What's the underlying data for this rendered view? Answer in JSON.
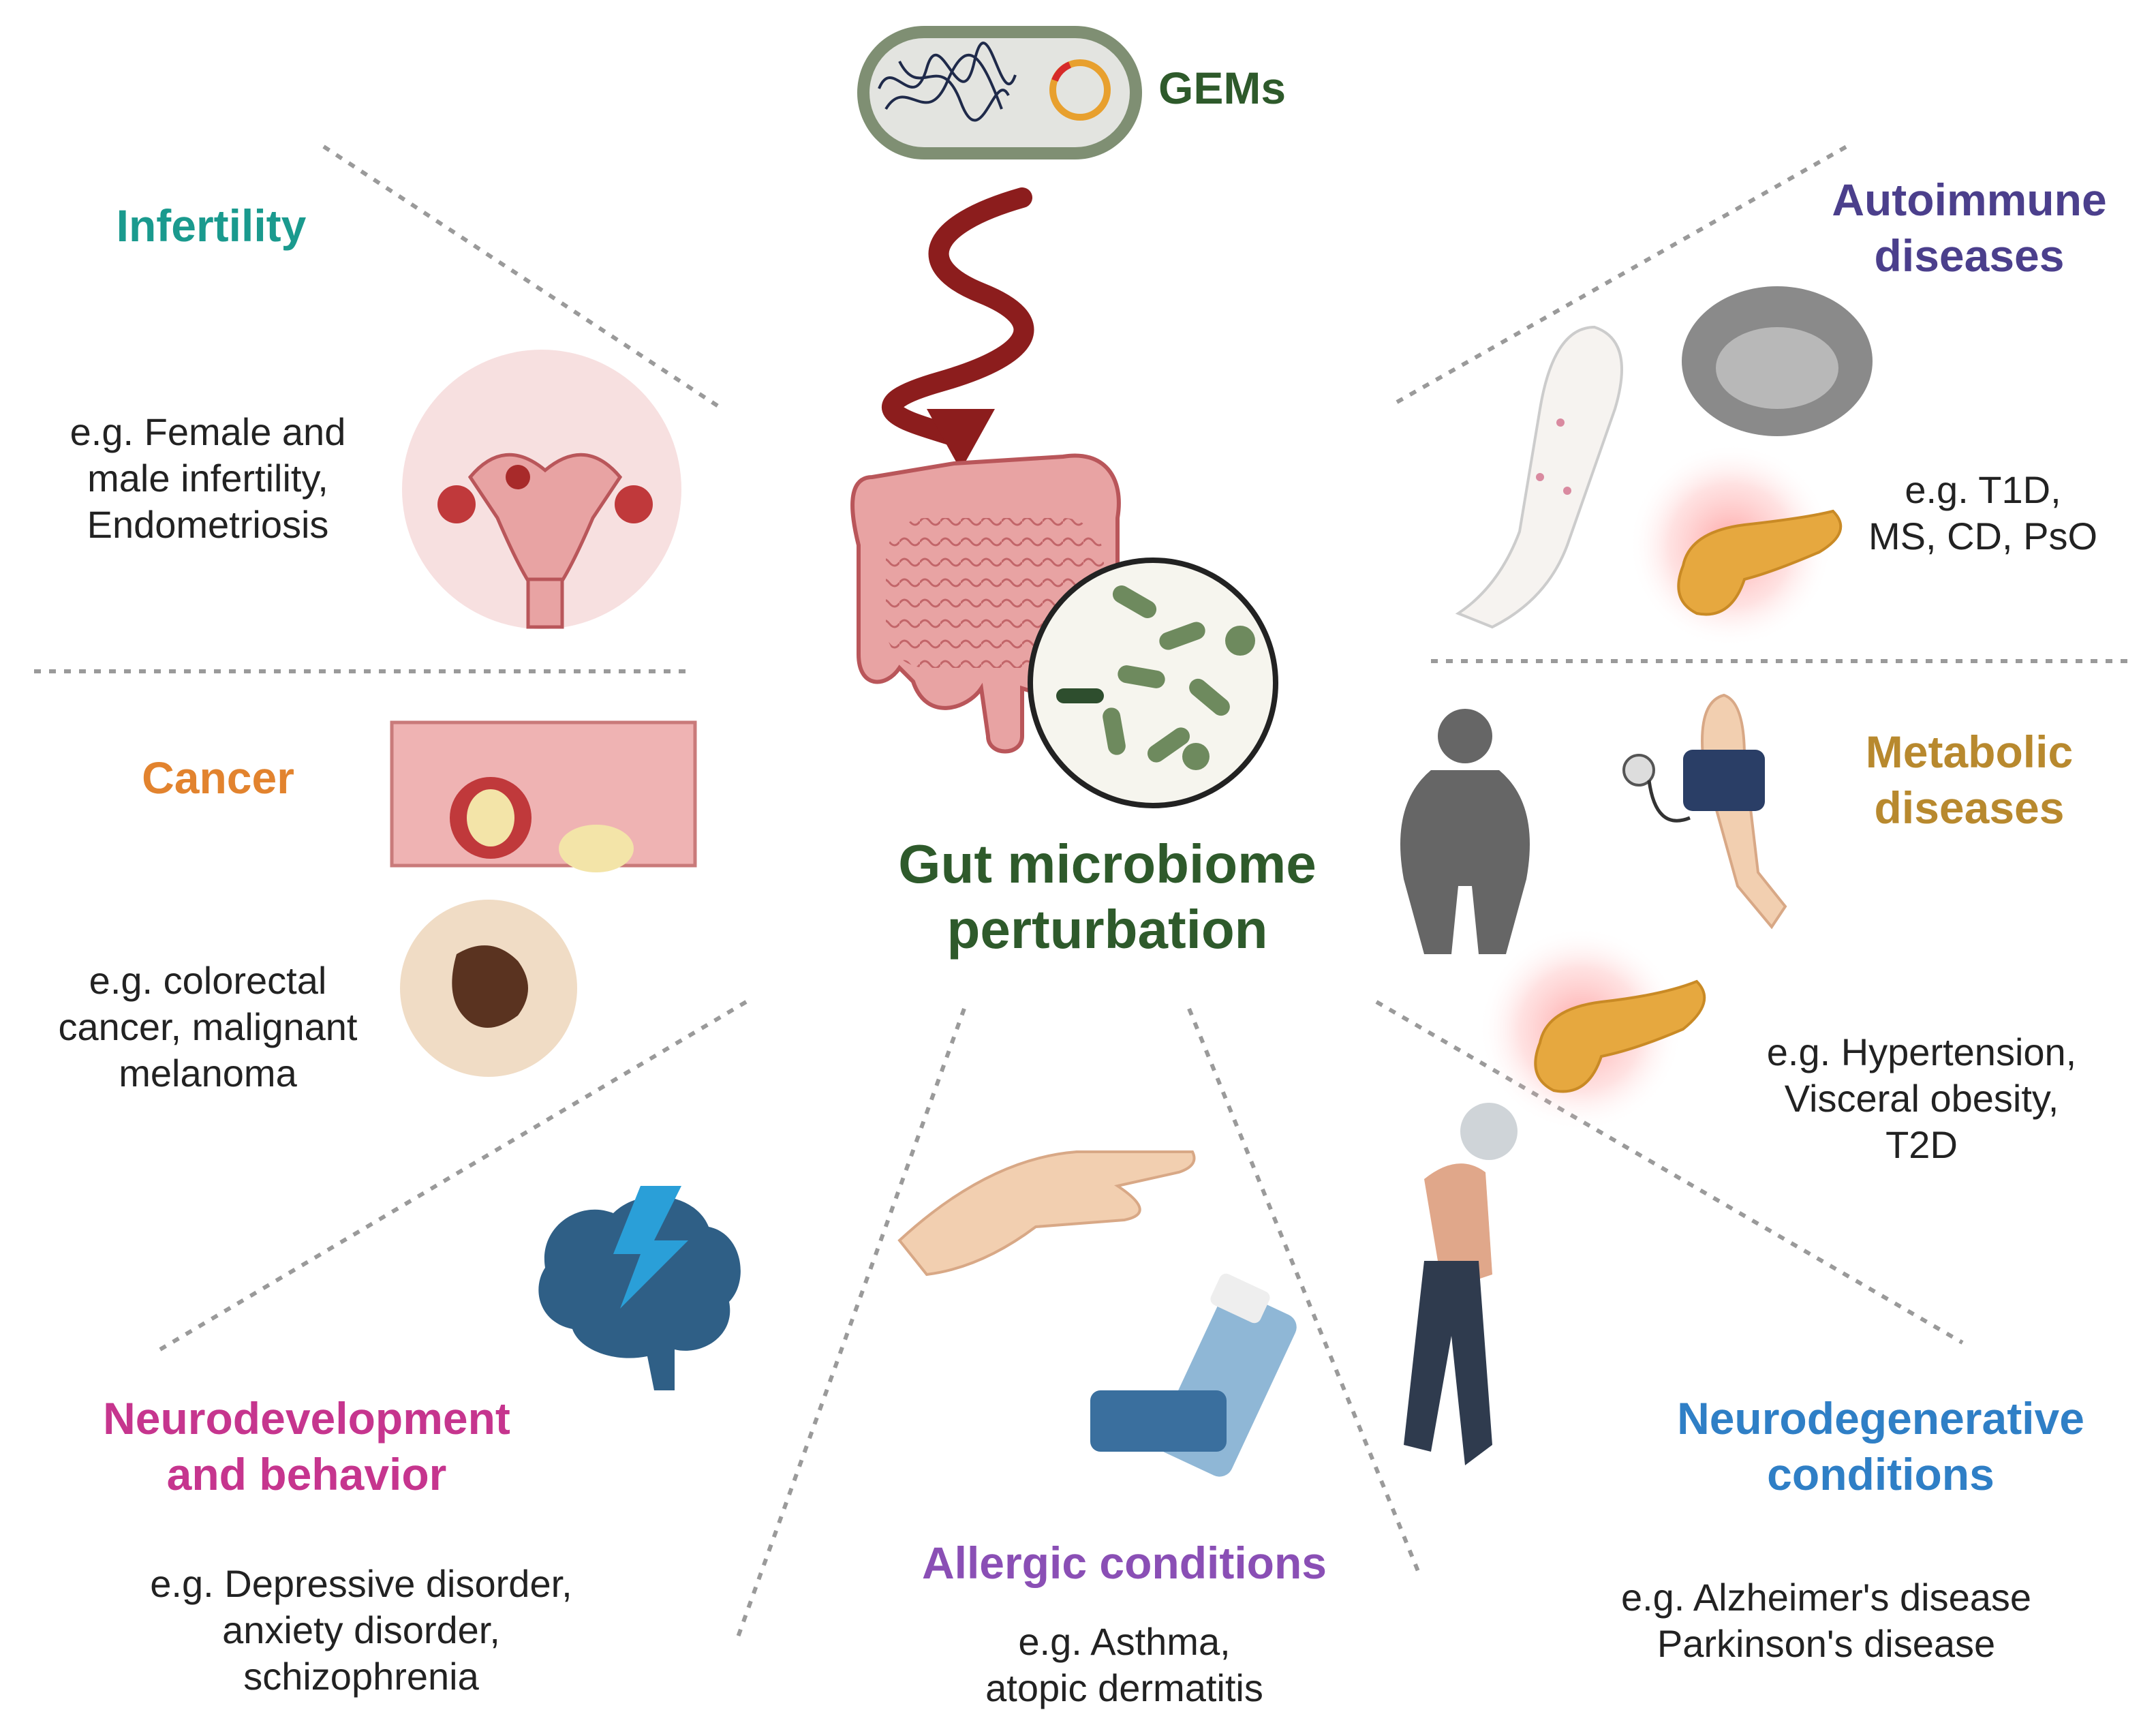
{
  "top": {
    "gems_label": "GEMs"
  },
  "center": {
    "line1": "Gut microbiome",
    "line2": "perturbation"
  },
  "colors": {
    "gems": "#2e5a2b",
    "infertility": "#1a9a8e",
    "cancer": "#e2832e",
    "autoimmune": "#4b3f8c",
    "metabolic": "#b8892e",
    "neurodev": "#c6358e",
    "allergic": "#8a4fb5",
    "neurodegen": "#2f7fc6",
    "arrow": "#8c1d1d"
  },
  "sections": {
    "infertility": {
      "title": "Infertility",
      "ex1": "e.g. Female and",
      "ex2": "male infertility,",
      "ex3": "Endometriosis"
    },
    "cancer": {
      "title": "Cancer",
      "ex1": "e.g. colorectal",
      "ex2": "cancer, malignant",
      "ex3": "melanoma"
    },
    "autoimmune": {
      "title1": "Autoimmune",
      "title2": "diseases",
      "ex1": "e.g. T1D,",
      "ex2": "MS, CD, PsO"
    },
    "metabolic": {
      "title1": "Metabolic",
      "title2": "diseases",
      "ex1": "e.g. Hypertension,",
      "ex2": "Visceral obesity,",
      "ex3": "T2D"
    },
    "neurodev": {
      "title1": "Neurodevelopment",
      "title2": "and behavior",
      "ex1": "e.g. Depressive disorder,",
      "ex2": "anxiety disorder,",
      "ex3": "schizophrenia"
    },
    "allergic": {
      "title": "Allergic conditions",
      "ex1": "e.g. Asthma,",
      "ex2": "atopic dermatitis"
    },
    "neurodegen": {
      "title1": "Neurodegenerative",
      "title2": "conditions",
      "ex1": "e.g. Alzheimer's disease",
      "ex2": "Parkinson's disease"
    }
  }
}
